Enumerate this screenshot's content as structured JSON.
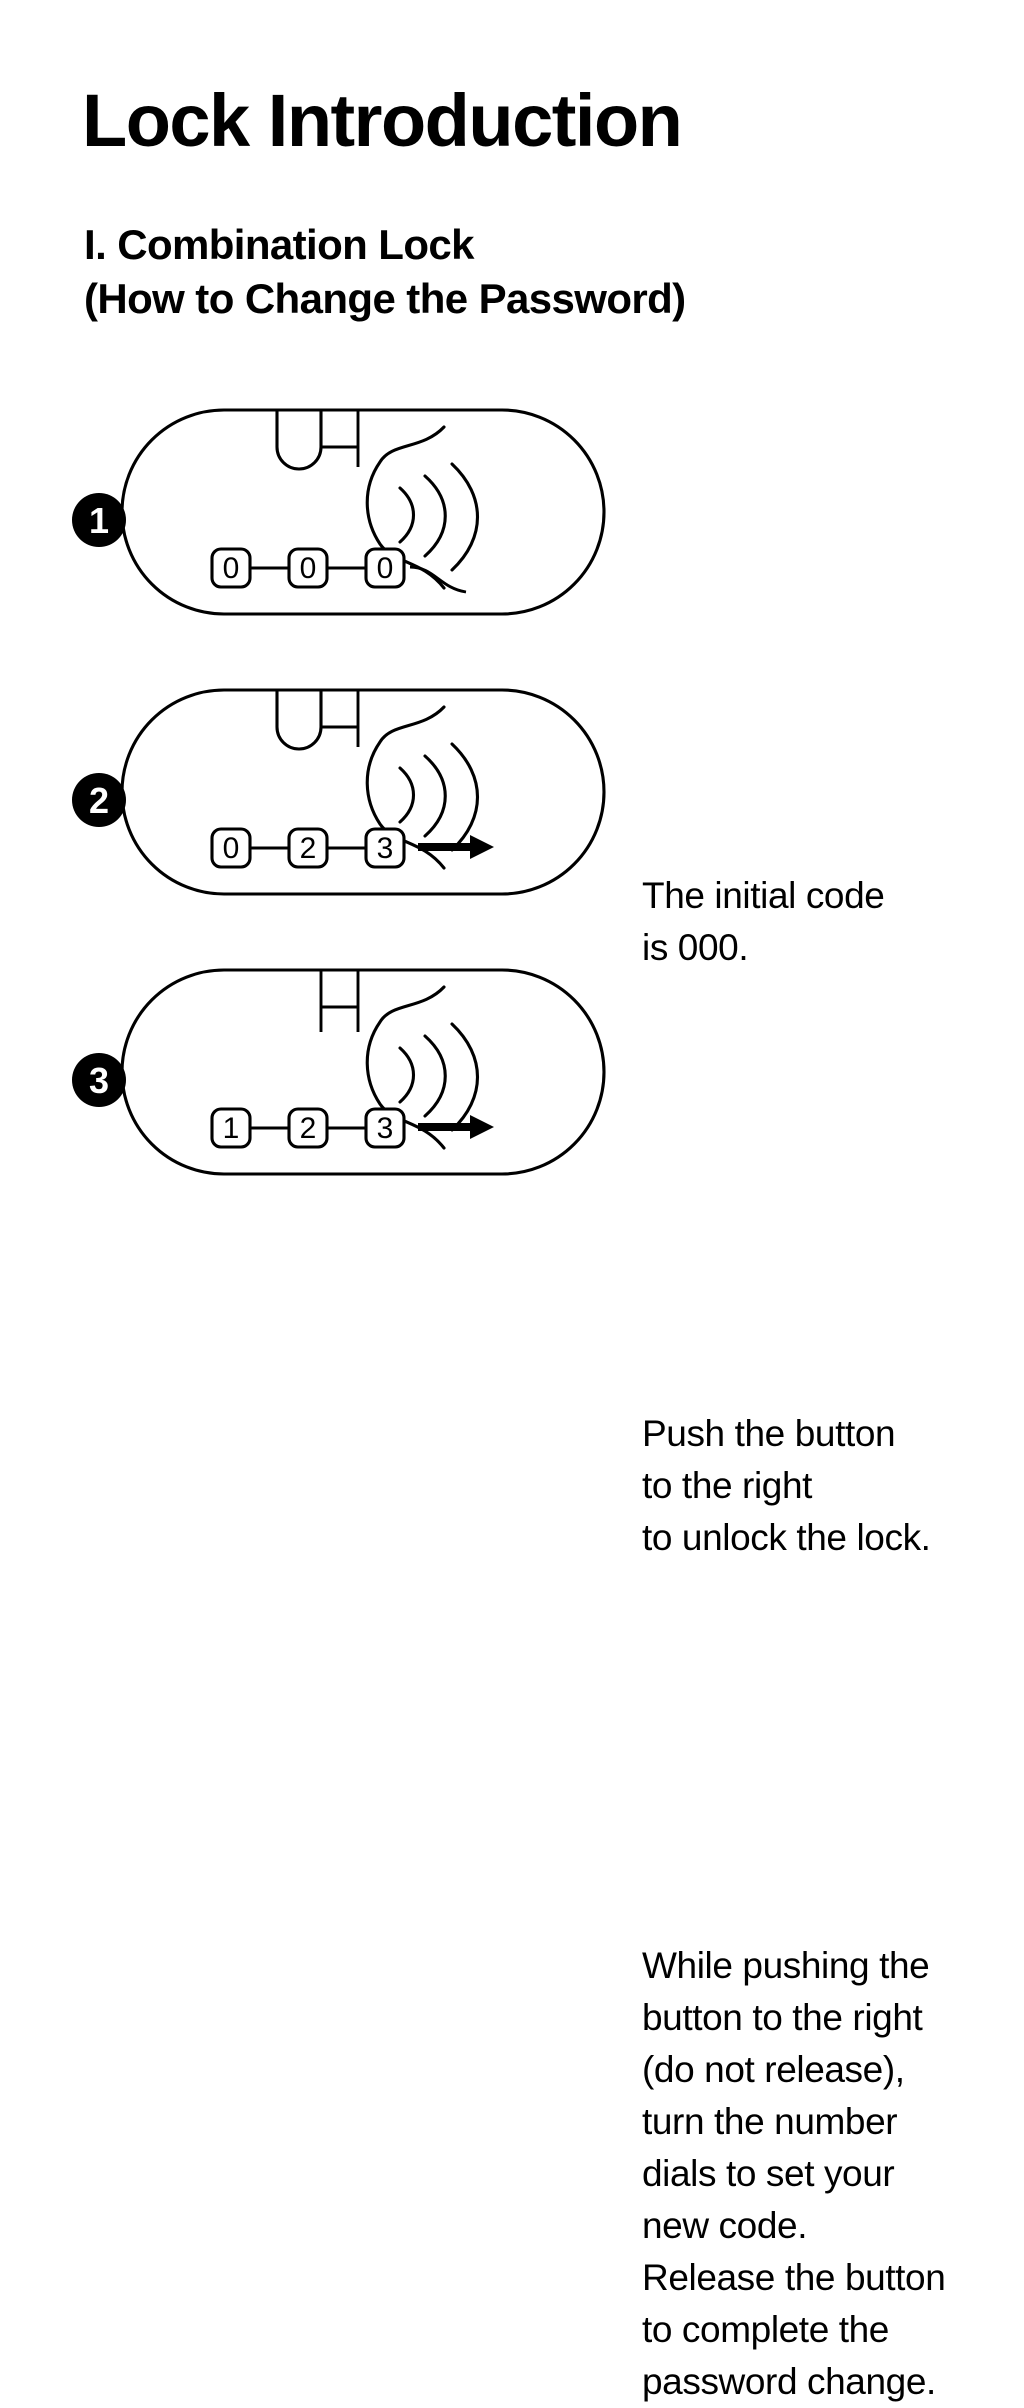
{
  "page": {
    "title": "Lock Introduction",
    "subtitle_lines": [
      "I. Combination Lock",
      "(How to Change the Password)"
    ],
    "background_color": "#ffffff",
    "ink_color": "#000000"
  },
  "steps": [
    {
      "badge": "1",
      "text_lines": [
        "The initial code",
        "is 000."
      ],
      "lock": {
        "dials": [
          "0",
          "0",
          "0"
        ],
        "shackle": "closed-u-loop",
        "arrow": false,
        "thumb_icon": "thumb-push-icon",
        "thumb_arc_count": 3
      }
    },
    {
      "badge": "2",
      "text_lines": [
        "Push the button",
        "to the right",
        "to unlock the lock."
      ],
      "lock": {
        "dials": [
          "0",
          "2",
          "3"
        ],
        "shackle": "closed-u-loop",
        "arrow": true,
        "thumb_icon": "thumb-push-icon",
        "thumb_arc_count": 3
      }
    },
    {
      "badge": "3",
      "text_lines": [
        "While pushing the",
        "button to the right",
        "(do not release),",
        "turn the number",
        "dials to set your",
        "new code.",
        "Release the button",
        "to complete the",
        "password change."
      ],
      "lock": {
        "dials": [
          "1",
          "2",
          "3"
        ],
        "shackle": "open-released",
        "arrow": true,
        "thumb_icon": "thumb-push-icon",
        "thumb_arc_count": 3
      }
    }
  ]
}
